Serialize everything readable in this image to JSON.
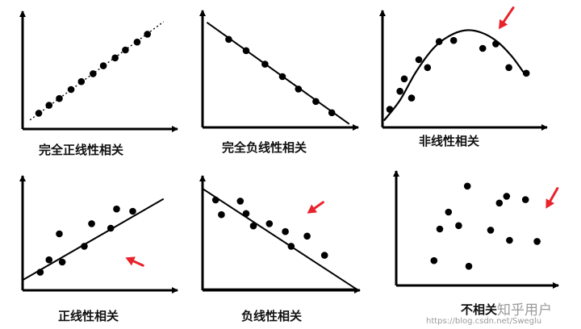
{
  "colors": {
    "ink": "#000000",
    "arrow": "#e8232b",
    "watermark": "#9a9a9a"
  },
  "watermark": {
    "brand": "知乎用户",
    "url": "https://blog.csdn.net/Sweglu"
  },
  "chart_data": [
    {
      "type": "scatter",
      "title": "完全正线性相关",
      "xlim": [
        0,
        10
      ],
      "ylim": [
        0,
        10
      ],
      "fit": {
        "kind": "dotted-line",
        "from": [
          0.5,
          0.8
        ],
        "to": [
          9.6,
          9.5
        ]
      },
      "points": [
        [
          1.1,
          1.4
        ],
        [
          1.8,
          2.1
        ],
        [
          2.5,
          2.7
        ],
        [
          3.3,
          3.5
        ],
        [
          4.0,
          4.2
        ],
        [
          4.8,
          4.9
        ],
        [
          5.5,
          5.6
        ],
        [
          6.3,
          6.3
        ],
        [
          7.0,
          7.0
        ],
        [
          7.8,
          7.7
        ],
        [
          8.5,
          8.4
        ]
      ]
    },
    {
      "type": "scatter",
      "title": "完全负线性相关",
      "xlim": [
        0,
        10
      ],
      "ylim": [
        0,
        10
      ],
      "fit": {
        "kind": "line",
        "from": [
          0.3,
          9.3
        ],
        "to": [
          10.1,
          0.3
        ]
      },
      "points": [
        [
          1.8,
          7.8
        ],
        [
          3.0,
          6.8
        ],
        [
          4.3,
          5.6
        ],
        [
          5.5,
          4.5
        ],
        [
          6.6,
          3.4
        ],
        [
          7.8,
          2.3
        ],
        [
          8.9,
          1.3
        ]
      ]
    },
    {
      "type": "scatter",
      "title": "非线性相关",
      "xlim": [
        0,
        10
      ],
      "ylim": [
        0,
        10
      ],
      "fit": {
        "kind": "curve"
      },
      "curve": [
        [
          0.1,
          0.6
        ],
        [
          1.2,
          2.4
        ],
        [
          2.3,
          4.9
        ],
        [
          3.5,
          7.0
        ],
        [
          4.6,
          8.1
        ],
        [
          5.7,
          8.6
        ],
        [
          6.8,
          8.4
        ],
        [
          7.9,
          7.6
        ],
        [
          8.9,
          6.3
        ],
        [
          9.7,
          4.9
        ]
      ],
      "points": [
        [
          0.5,
          1.6
        ],
        [
          1.2,
          3.2
        ],
        [
          1.5,
          4.3
        ],
        [
          2.0,
          2.6
        ],
        [
          2.5,
          6.0
        ],
        [
          3.1,
          5.3
        ],
        [
          3.9,
          7.6
        ],
        [
          4.9,
          7.7
        ],
        [
          6.9,
          7.0
        ],
        [
          7.8,
          7.4
        ],
        [
          8.7,
          5.3
        ],
        [
          9.9,
          4.8
        ]
      ],
      "annotations": [
        {
          "kind": "red-arrow",
          "tip": [
            8.0,
            8.7
          ],
          "tail": [
            9.0,
            10.6
          ]
        }
      ]
    },
    {
      "type": "scatter",
      "title": "正线性相关",
      "xlim": [
        0,
        10
      ],
      "ylim": [
        0,
        10
      ],
      "fit": {
        "kind": "line",
        "from": [
          0,
          0.9
        ],
        "to": [
          9.6,
          8.1
        ]
      },
      "points": [
        [
          1.2,
          1.6
        ],
        [
          1.8,
          2.7
        ],
        [
          2.5,
          5.0
        ],
        [
          2.7,
          2.5
        ],
        [
          4.2,
          3.9
        ],
        [
          4.7,
          5.9
        ],
        [
          6.0,
          5.5
        ],
        [
          6.4,
          7.2
        ],
        [
          7.5,
          7.0
        ]
      ],
      "annotations": [
        {
          "kind": "red-arrow",
          "tip": [
            7.0,
            2.9
          ],
          "tail": [
            8.2,
            2.2
          ]
        }
      ]
    },
    {
      "type": "scatter",
      "title": "负线性相关",
      "xlim": [
        0,
        10
      ],
      "ylim": [
        0,
        10
      ],
      "fit": {
        "kind": "triangle",
        "vertices": [
          [
            0,
            9.0
          ],
          [
            10.6,
            0.1
          ],
          [
            0,
            0.1
          ]
        ]
      },
      "points": [
        [
          0.9,
          8.0
        ],
        [
          1.3,
          6.7
        ],
        [
          2.6,
          7.9
        ],
        [
          3.0,
          6.8
        ],
        [
          3.5,
          5.7
        ],
        [
          4.6,
          5.9
        ],
        [
          5.7,
          5.2
        ],
        [
          6.1,
          3.9
        ],
        [
          7.2,
          4.8
        ],
        [
          8.4,
          3.1
        ]
      ],
      "annotations": [
        {
          "kind": "red-arrow",
          "tip": [
            7.2,
            6.8
          ],
          "tail": [
            8.3,
            7.8
          ]
        }
      ]
    },
    {
      "type": "scatter",
      "title": "不相关",
      "xlim": [
        0,
        10
      ],
      "ylim": [
        0,
        10
      ],
      "points": [
        [
          2.6,
          2.2
        ],
        [
          3.0,
          5.0
        ],
        [
          3.6,
          6.5
        ],
        [
          4.3,
          5.3
        ],
        [
          5.0,
          1.7
        ],
        [
          4.9,
          8.8
        ],
        [
          6.5,
          4.9
        ],
        [
          7.1,
          7.3
        ],
        [
          7.6,
          7.9
        ],
        [
          7.8,
          4.0
        ],
        [
          8.9,
          7.6
        ],
        [
          9.7,
          3.9
        ]
      ],
      "annotations": [
        {
          "kind": "red-arrow",
          "tip": [
            10.3,
            6.8
          ],
          "tail": [
            11.1,
            8.6
          ]
        }
      ]
    }
  ]
}
